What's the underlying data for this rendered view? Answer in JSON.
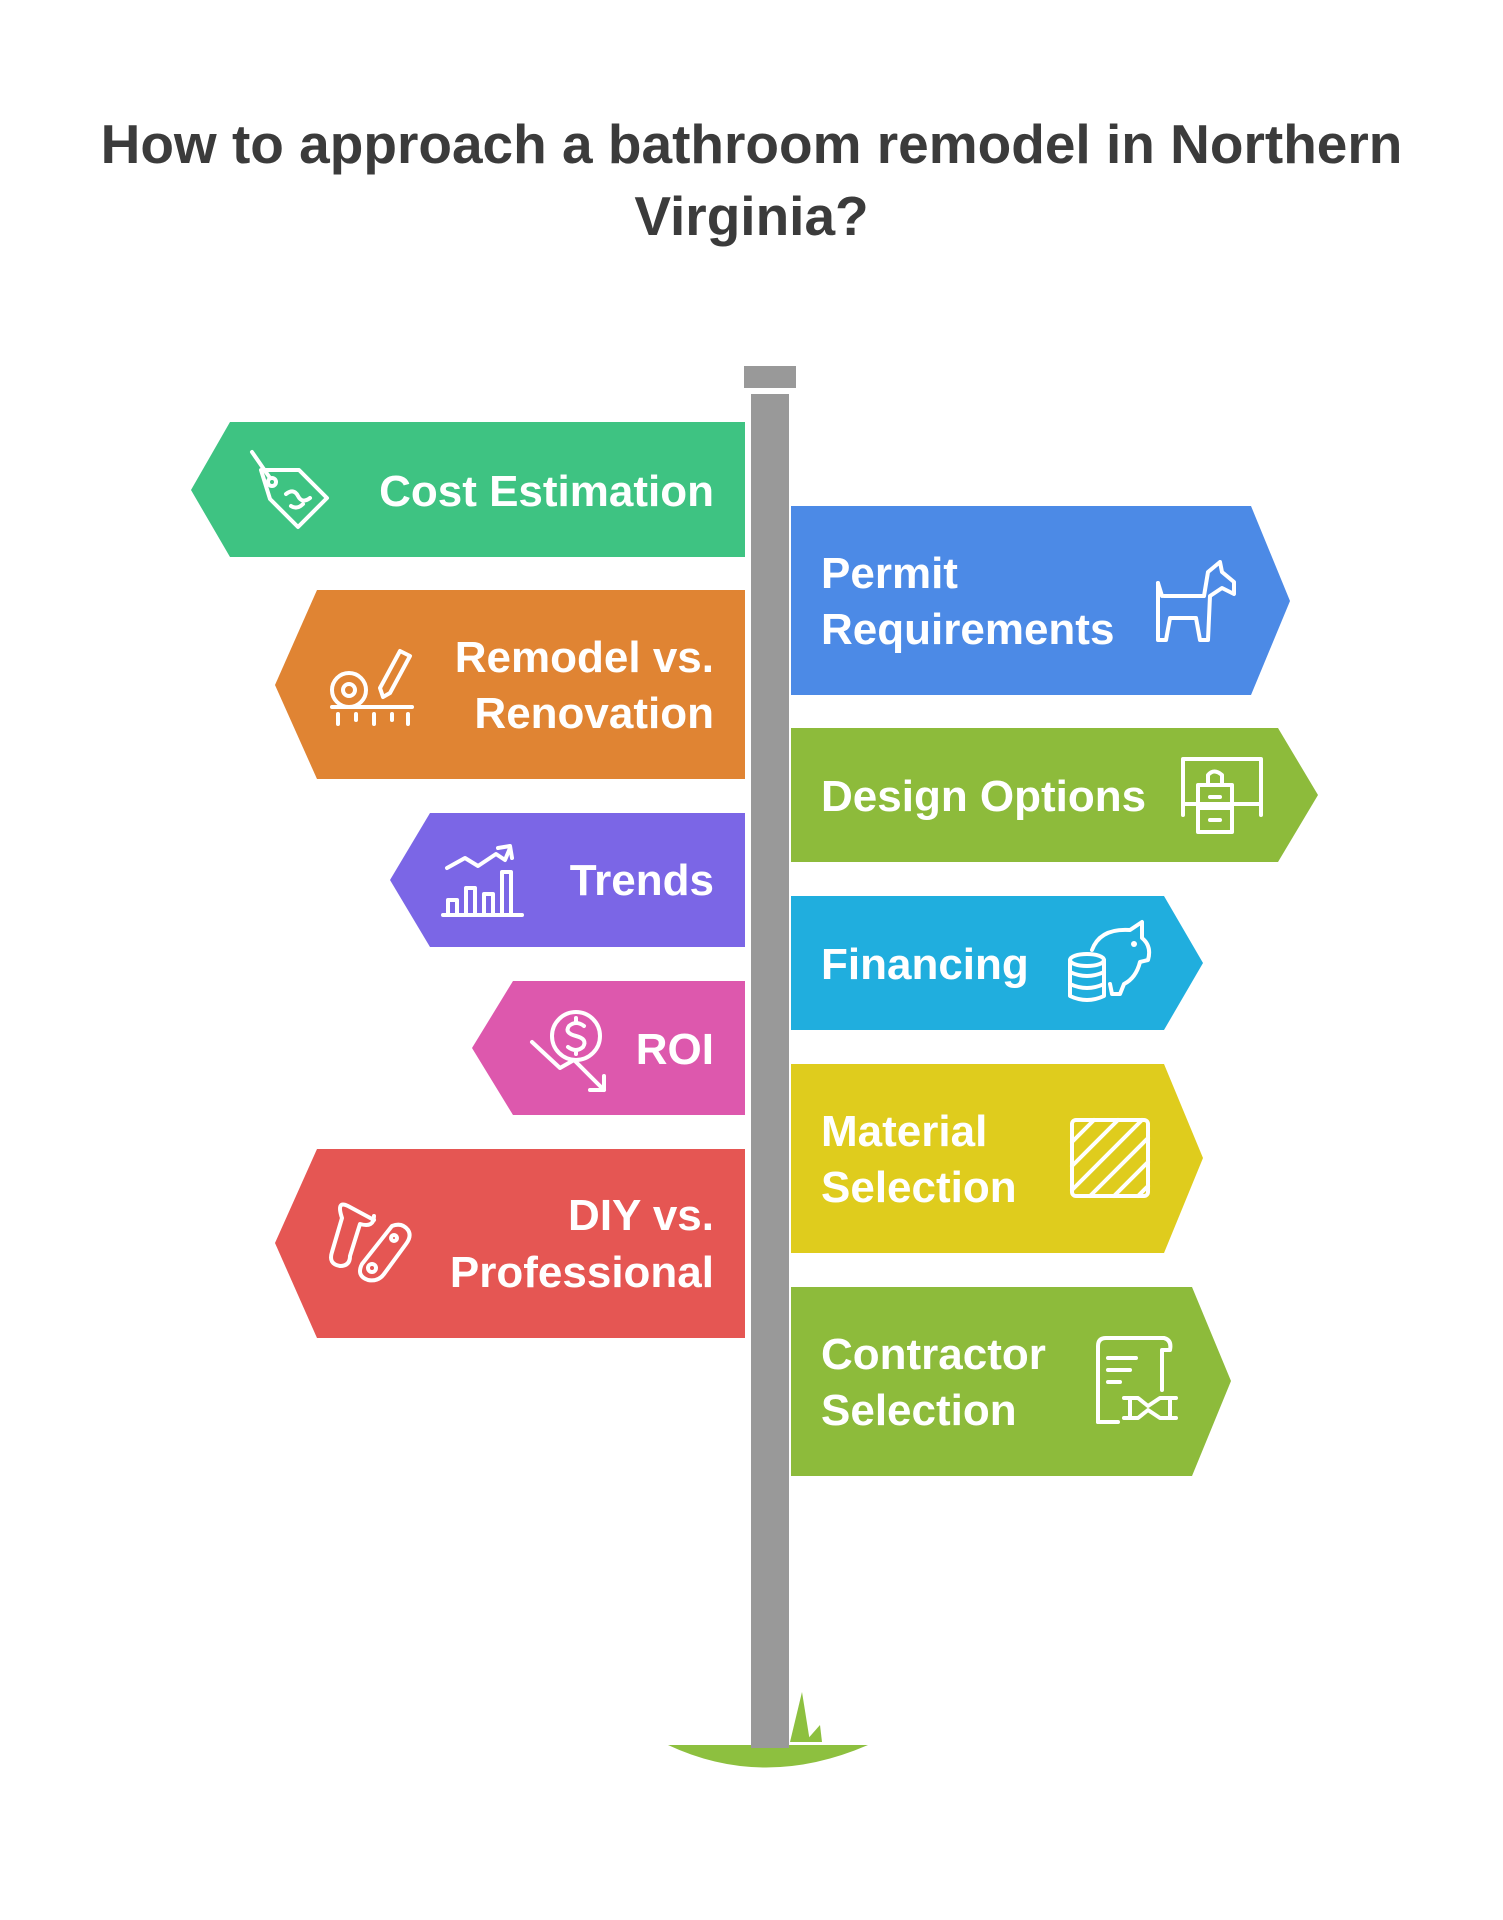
{
  "title": {
    "line1": "How to approach a bathroom remodel in Northern",
    "line2": "Virginia?"
  },
  "colors": {
    "pole": "#999999",
    "grass": "#8dc03f",
    "text": "#3b3b3b"
  },
  "left_signs": [
    {
      "id": "cost-estimation",
      "lines": [
        "Cost Estimation"
      ],
      "icon": "price-tag-icon",
      "color": "#3ec382"
    },
    {
      "id": "remodel-vs-renovation",
      "lines": [
        "Remodel vs.",
        "Renovation"
      ],
      "icon": "measuring-tape-pencil-icon",
      "color": "#e08433"
    },
    {
      "id": "trends",
      "lines": [
        "Trends"
      ],
      "icon": "rising-bar-chart-icon",
      "color": "#7b66e6"
    },
    {
      "id": "roi",
      "lines": [
        "ROI"
      ],
      "icon": "dollar-decline-icon",
      "color": "#dd58ad"
    },
    {
      "id": "diy-vs-professional",
      "lines": [
        "DIY vs.",
        "Professional"
      ],
      "icon": "wrench-tools-icon",
      "color": "#e55653"
    }
  ],
  "right_signs": [
    {
      "id": "permit-requirements",
      "lines": [
        "Permit",
        "Requirements"
      ],
      "icon": "dog-icon",
      "color": "#4c8ae6"
    },
    {
      "id": "design-options",
      "lines": [
        "Design Options"
      ],
      "icon": "design-board-icon",
      "color": "#8dbb3b"
    },
    {
      "id": "financing",
      "lines": [
        "Financing"
      ],
      "icon": "piggy-bank-coins-icon",
      "color": "#20aede"
    },
    {
      "id": "material-selection",
      "lines": [
        "Material",
        "Selection"
      ],
      "icon": "hatched-square-icon",
      "color": "#dfcc1d"
    },
    {
      "id": "contractor-selection",
      "lines": [
        "Contractor",
        "Selection"
      ],
      "icon": "contract-handshake-icon",
      "color": "#8dbb3b"
    }
  ]
}
